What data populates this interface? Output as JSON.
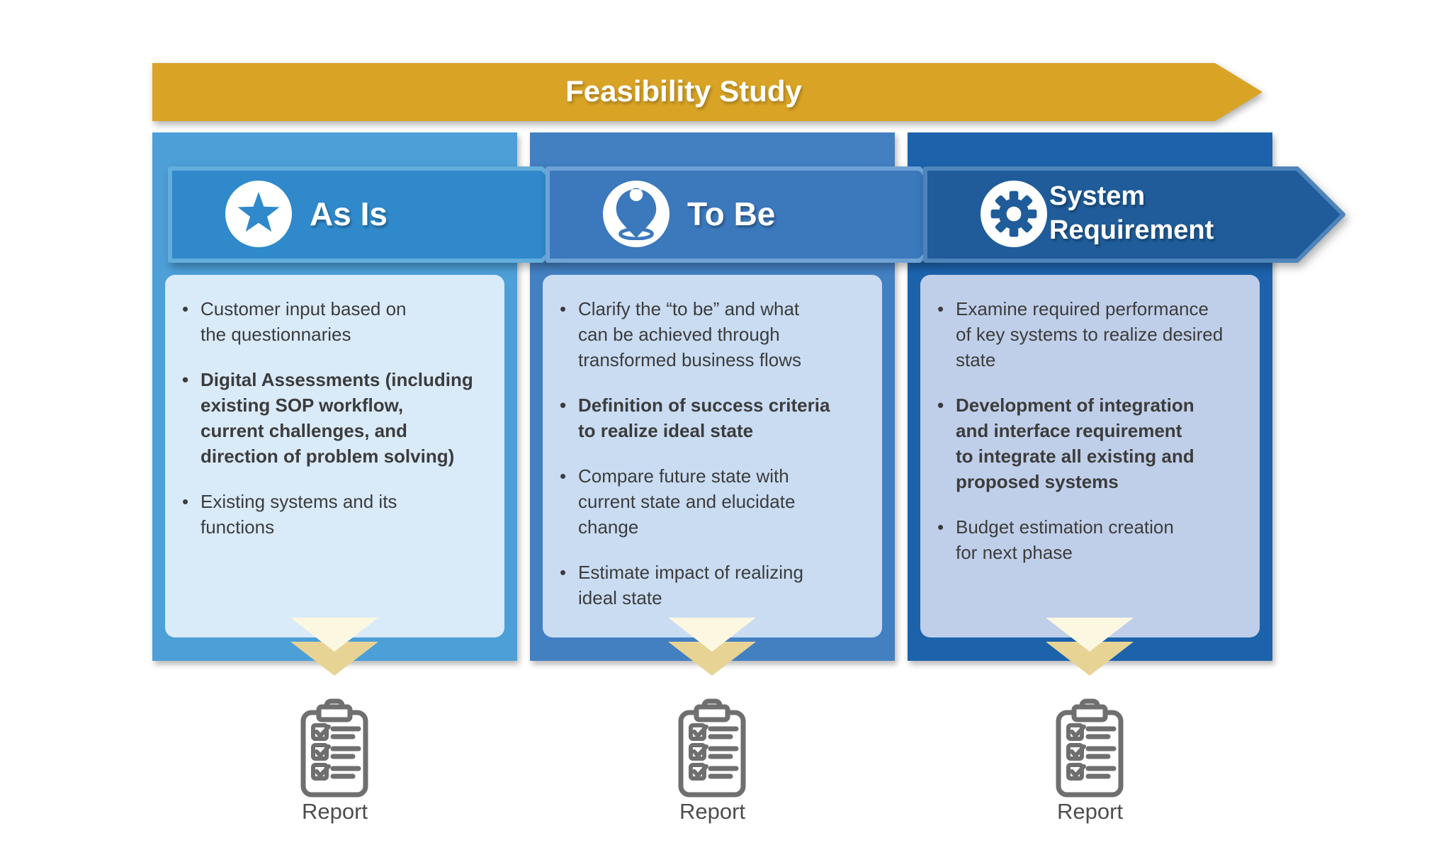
{
  "banner": {
    "label": "Feasibility Study",
    "color": "#D9A426",
    "text_color": "#FFFFFF"
  },
  "columns": [
    {
      "id": "as-is",
      "title": "As Is",
      "icon": "star-icon",
      "colors": {
        "background": "#4C9FD7",
        "arrow_fill": "#2F89CB",
        "arrow_stroke": "#64AEDC",
        "panel": "#D9EAF9"
      },
      "bullets": [
        {
          "text": "Customer input based on\nthe questionnaries",
          "bold": false
        },
        {
          "text": "Digital Assessments (including\nexisting SOP workflow,\ncurrent challenges, and\ndirection of problem solving)",
          "bold": true
        },
        {
          "text": "Existing systems and its\nfunctions",
          "bold": false
        }
      ],
      "report_label": "Report"
    },
    {
      "id": "to-be",
      "title": "To Be",
      "icon": "location-pin-icon",
      "colors": {
        "background": "#4380C2",
        "arrow_fill": "#3B78BC",
        "arrow_stroke": "#6FA2D5",
        "panel": "#C9DCF2"
      },
      "bullets": [
        {
          "text": "Clarify the “to be” and what\ncan be achieved through\ntransformed business flows",
          "bold": false
        },
        {
          "text": "Definition of success criteria\nto realize ideal state",
          "bold": true
        },
        {
          "text": "Compare future state with\ncurrent state and elucidate\nchange",
          "bold": false
        },
        {
          "text": "Estimate impact of realizing\nideal state",
          "bold": false
        }
      ],
      "report_label": "Report"
    },
    {
      "id": "system-requirement",
      "title": "System\nRequirement",
      "icon": "gear-icon",
      "colors": {
        "background": "#1C63AC",
        "arrow_fill": "#1F5C99",
        "arrow_stroke": "#4E84BA",
        "panel": "#C0CFE9"
      },
      "bullets": [
        {
          "text": "Examine required performance\nof key systems to realize desired\nstate",
          "bold": false
        },
        {
          "text": "Development of integration\nand interface requirement\nto integrate all existing and\nproposed systems",
          "bold": true
        },
        {
          "text": "Budget estimation creation\nfor next phase",
          "bold": false
        }
      ],
      "report_label": "Report"
    }
  ],
  "footer": {
    "chevron_light": "#FCF7E0",
    "chevron_dark": "#E7D495",
    "clipboard_color": "#6F6F6F",
    "report_text_color": "#4D4D4D"
  },
  "text_color": "#3C3C3C"
}
